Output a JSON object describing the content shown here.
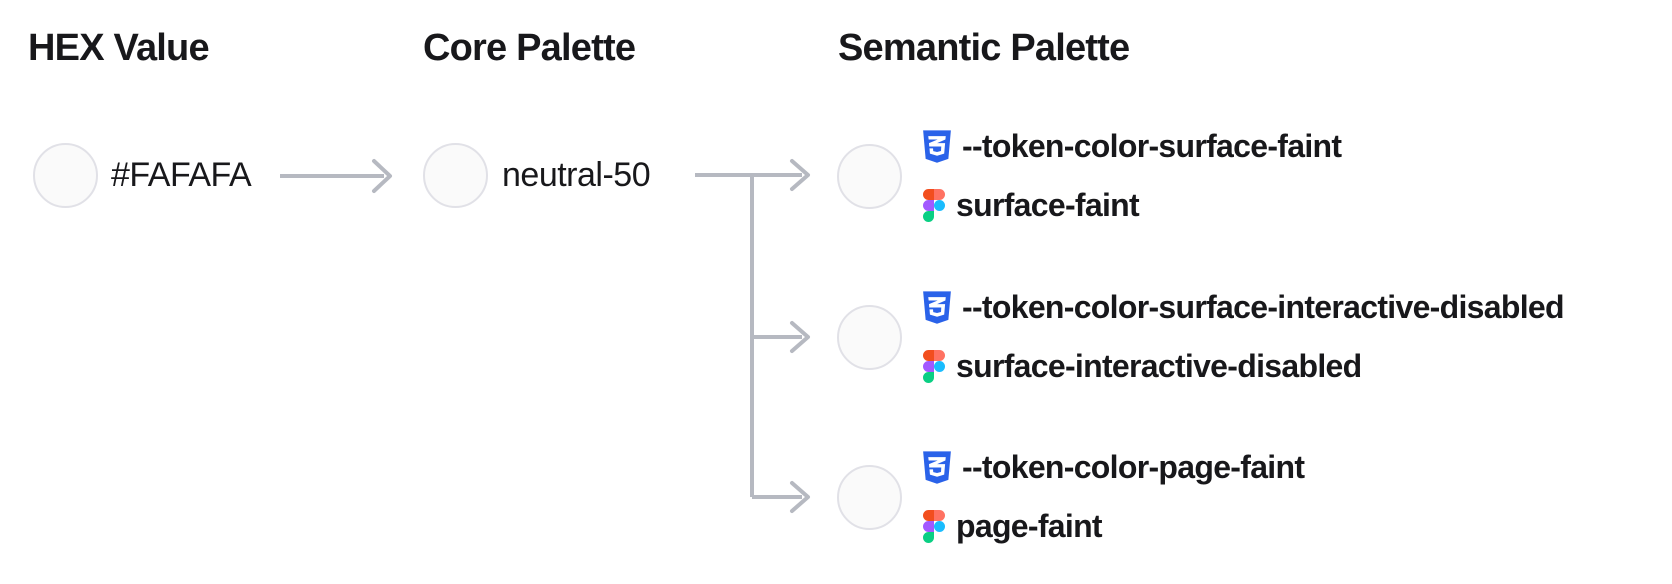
{
  "columns": {
    "hex": {
      "header": "HEX Value",
      "value": "#FAFAFA",
      "swatch_color": "#FAFAFA"
    },
    "core": {
      "header": "Core Palette",
      "value": "neutral-50",
      "swatch_color": "#FAFAFA"
    },
    "semantic": {
      "header": "Semantic Palette",
      "swatch_color": "#FAFAFA",
      "tokens": [
        {
          "css_variable": "--token-color-surface-faint",
          "figma_style": "surface-faint"
        },
        {
          "css_variable": "--token-color-surface-interactive-disabled",
          "figma_style": "surface-interactive-disabled"
        },
        {
          "css_variable": "--token-color-page-faint",
          "figma_style": "page-faint"
        }
      ]
    }
  },
  "colors": {
    "background": "#FFFFFF",
    "text": "#18181B",
    "swatch_fill": "#FAFAFA",
    "swatch_border": "#E1E1E7",
    "connector_gray": "#B6B9C1",
    "css_icon_blue": "#2A62E9",
    "figma_orange": "#F24E1E",
    "figma_salmon": "#FF7262",
    "figma_purple": "#A259FF",
    "figma_blue": "#1ABCFE",
    "figma_green": "#0ACF83"
  }
}
